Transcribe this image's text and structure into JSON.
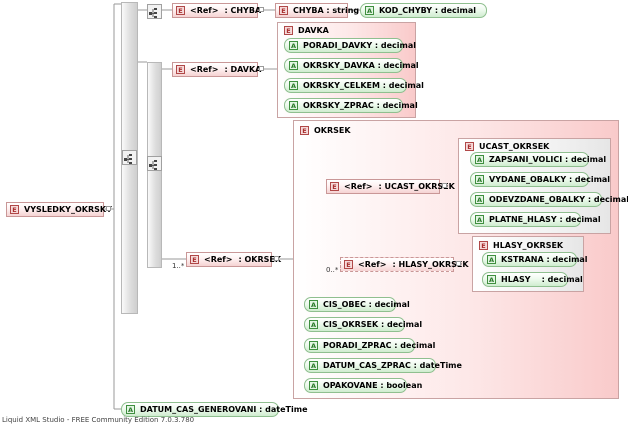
{
  "tags": {
    "element": "E",
    "attribute": "A",
    "ref": "<Ref>"
  },
  "root": {
    "name": "VYSLEDKY_OKRSKY"
  },
  "chyba": {
    "ref_name": ": CHYBA",
    "type_label": "CHYBA : string",
    "attr": "KOD_CHYBY : decimal"
  },
  "davka": {
    "ref_name": ": DAVKA",
    "title": "DAVKA",
    "attrs": [
      "PORADI_DAVKY : decimal",
      "OKRSKY_DAVKA : decimal",
      "OKRSKY_CELKEM : decimal",
      "OKRSKY_ZPRAC : decimal"
    ]
  },
  "okrsek": {
    "ref_name": ": OKRSEK",
    "cardinality": "1..*",
    "title": "OKRSEK",
    "ucast": {
      "ref_name": ": UCAST_OKRSEK",
      "title": "UCAST_OKRSEK",
      "attrs": [
        "ZAPSANI_VOLICI : decimal",
        "VYDANE_OBALKY : decimal",
        "ODEVZDANE_OBALKY : decimal",
        "PLATNE_HLASY : decimal"
      ]
    },
    "hlasy": {
      "ref_name": ": HLASY_OKRSEK",
      "cardinality": "0..*",
      "title": "HLASY_OKRSEK",
      "attrs": [
        "KSTRANA : decimal",
        "HLASY    : decimal"
      ]
    },
    "attrs": [
      "CIS_OBEC : decimal",
      "CIS_OKRSEK : decimal",
      "PORADI_ZPRAC : decimal",
      "DATUM_CAS_ZPRAC : dateTime",
      "OPAKOVANE : boolean"
    ]
  },
  "root_attr": "DATUM_CAS_GENEROVANI : dateTime",
  "footer": "Liquid XML Studio - FREE Community Edition 7.0.3.780",
  "colors": {
    "element_border": "#c99797",
    "attribute_border": "#8fbf8f",
    "complex_fill": "#f9caca"
  }
}
